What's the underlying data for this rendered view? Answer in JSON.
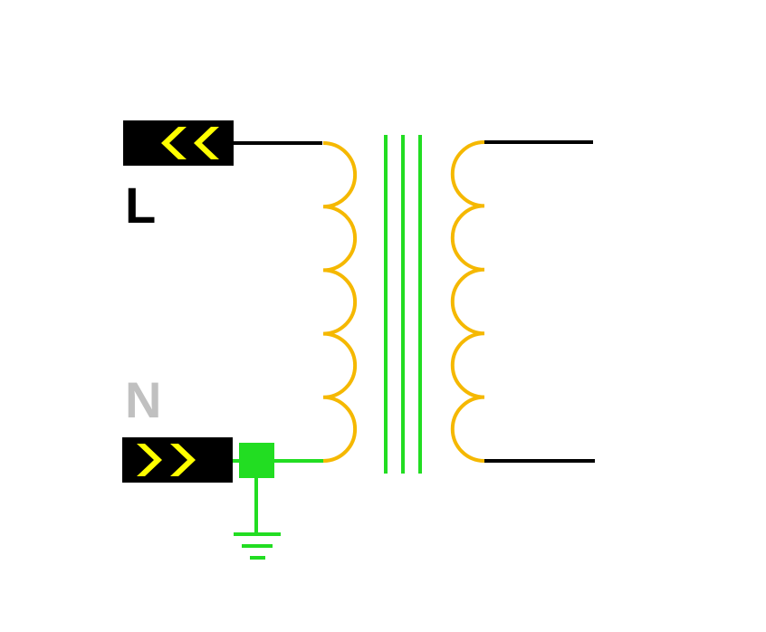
{
  "labels": {
    "line": "L",
    "neutral": "N"
  },
  "colors": {
    "background": "#ffffff",
    "terminal_body": "#000000",
    "terminal_arrow": "#ffff00",
    "line_label": "#000000",
    "neutral_label": "#c0c0c0",
    "wire": "#000000",
    "winding": "#f5b800",
    "core": "#22dd22",
    "ground": "#22dd22"
  },
  "terminals": [
    {
      "id": "line",
      "direction": "left"
    },
    {
      "id": "neutral",
      "direction": "right"
    }
  ],
  "windings": {
    "primary_loops": 5,
    "secondary_loops": 5
  },
  "core_lines": 3,
  "icons": [
    "ground-symbol-icon",
    "terminal-arrow-left-icon",
    "terminal-arrow-right-icon"
  ]
}
